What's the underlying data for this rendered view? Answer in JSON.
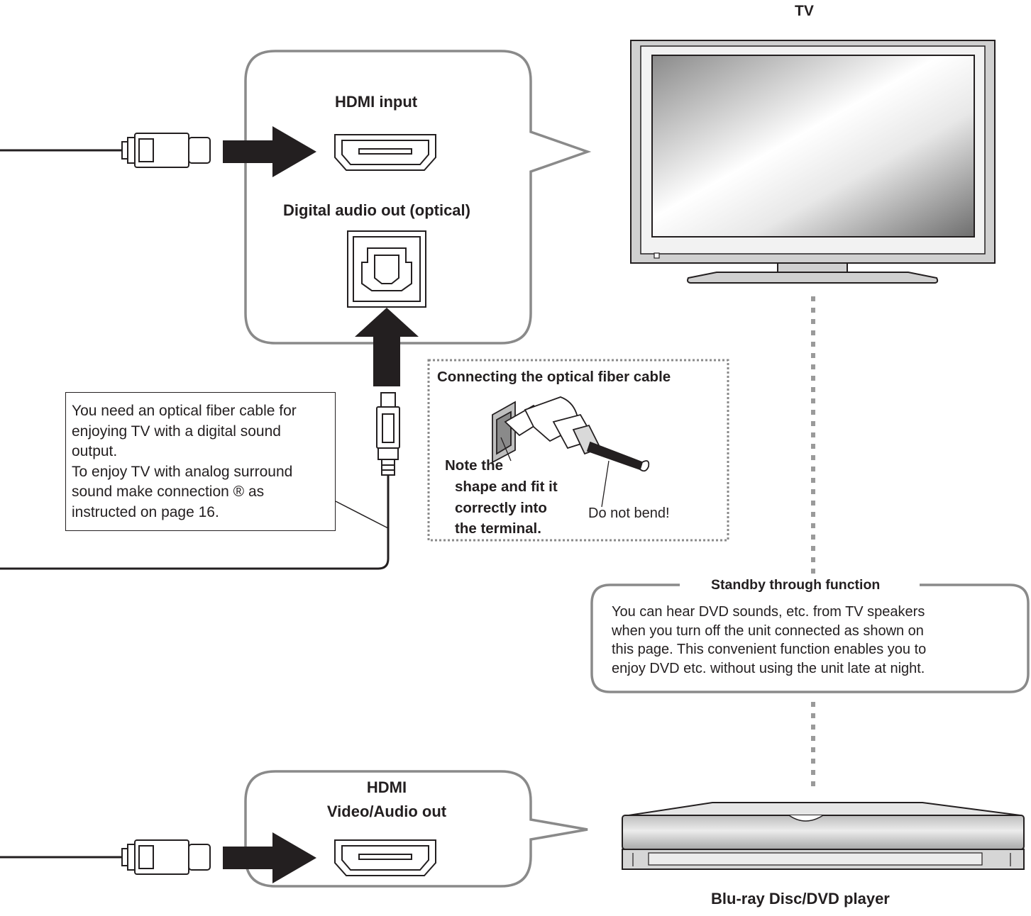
{
  "tv": {
    "label": "TV"
  },
  "player": {
    "label": "Blu-ray Disc/DVD player"
  },
  "upper_callout": {
    "hdmi_label": "HDMI input",
    "optical_label": "Digital audio out (optical)"
  },
  "lower_callout": {
    "line1": "HDMI",
    "line2": "Video/Audio out"
  },
  "note": {
    "lines": [
      "You need an optical fiber cable for",
      "enjoying TV with a digital sound",
      "output.",
      "To enjoy TV with analog surround",
      "sound make connection ® as",
      "instructed on page 16."
    ]
  },
  "fiber": {
    "title": "Connecting the optical fiber cable",
    "note_lines": [
      "Note the",
      "shape and fit it",
      "correctly into",
      "the terminal."
    ],
    "warning": "Do not bend!"
  },
  "standby": {
    "title": "Standby through function",
    "lines": [
      "You can hear DVD sounds, etc. from TV speakers",
      "when you turn off the unit connected as shown on",
      "this page. This convenient function enables you to",
      "enjoy DVD etc. without using the unit late at night."
    ]
  },
  "colors": {
    "line": "#231f20",
    "box_border": "#8a8a8a",
    "dotted": "#9a9a9a",
    "accent_gray": "#d0d0d0"
  }
}
